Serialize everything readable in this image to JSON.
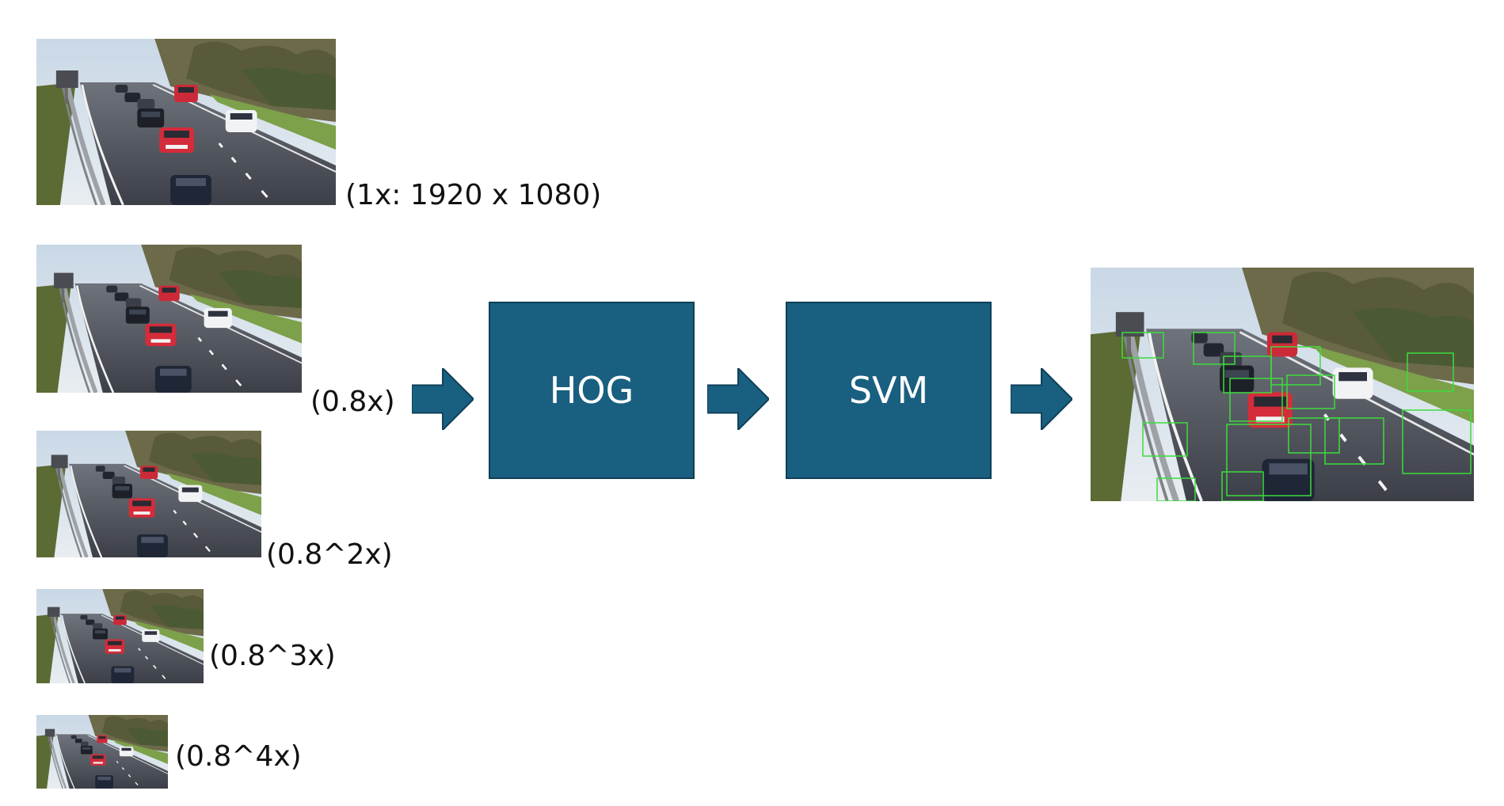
{
  "pyramid": [
    {
      "label": "(1x: 1920 x 1080)"
    },
    {
      "label": "(0.8x)"
    },
    {
      "label": "(0.8^2x)"
    },
    {
      "label": "(0.8^3x)"
    },
    {
      "label": "(0.8^4x)"
    }
  ],
  "blocks": {
    "hog": "HOG",
    "svm": "SVM"
  },
  "colors": {
    "block_fill": "#195f80",
    "arrow_fill": "#195f80",
    "detection_box": "#3ddc3d"
  }
}
